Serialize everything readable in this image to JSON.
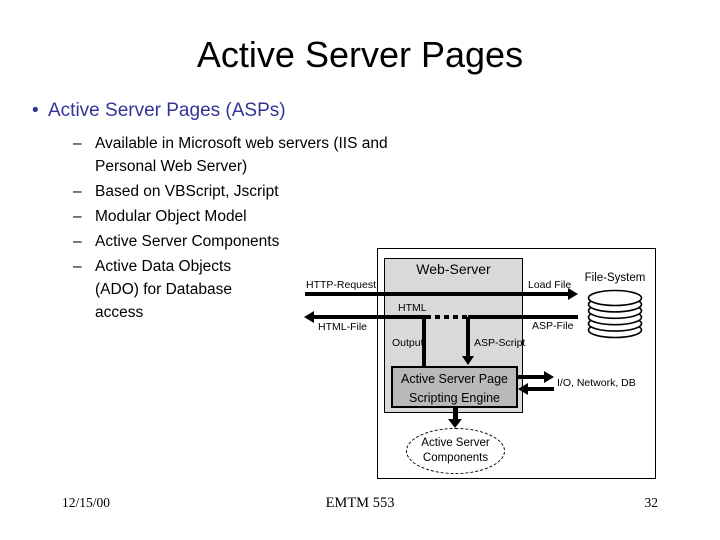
{
  "slide": {
    "title": "Active Server Pages",
    "bullet_marker": "•",
    "dash_marker": "–",
    "bullet": "Active Server Pages (ASPs)",
    "sub_bullets": [
      {
        "lines": [
          "Available in Microsoft web servers (IIS and",
          "Personal Web Server)"
        ]
      },
      {
        "lines": [
          "Based on VBScript, Jscript"
        ]
      },
      {
        "lines": [
          "Modular Object Model"
        ]
      },
      {
        "lines": [
          "Active Server Components"
        ]
      },
      {
        "lines": [
          "Active Data Objects",
          "(ADO) for Database",
          "access"
        ]
      }
    ],
    "footer": {
      "date": "12/15/00",
      "course": "EMTM 553",
      "page": "32"
    }
  },
  "diagram": {
    "web_server_label": "Web-Server",
    "http_request_label": "HTTP-Request",
    "load_file_label": "Load File",
    "file_system_label": "File-System",
    "html_label": "HTML",
    "html_file_label": "HTML-File",
    "asp_file_label": "ASP-File",
    "output_label": "Output",
    "asp_script_label": "ASP-Script",
    "engine_lines": [
      "Active Server Page",
      "Scripting Engine"
    ],
    "io_label": "I/O, Network, DB",
    "components_lines": [
      "Active Server",
      "Components"
    ]
  },
  "colors": {
    "background": "#ffffff",
    "bullet_blue": "#333399",
    "text": "#000000",
    "web_server_fill": "#d9d9d9",
    "engine_fill": "#b9b9b9",
    "line_color": "#000000"
  }
}
